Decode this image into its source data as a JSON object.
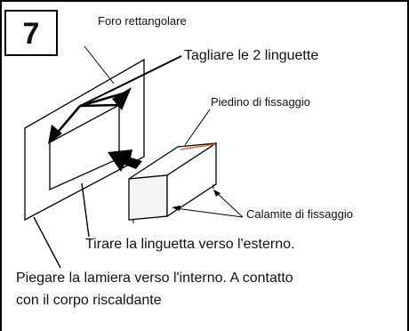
{
  "step": {
    "number": "7"
  },
  "labels": {
    "foro": "Foro rettangolare",
    "tagliare": "Tagliare le 2 linguette",
    "piedino": "Piedino di fissaggio",
    "calamite": "Calamite di fissaggio",
    "tirare": "Tirare la linguetta verso l'esterno.",
    "piegare_line1": "Piegare la lamiera verso l'interno. A contatto",
    "piegare_line2": "con il corpo riscaldante"
  },
  "colors": {
    "line": "#000000",
    "foot_accent": "#e8602c",
    "block_fill": "#f4f4f4"
  }
}
